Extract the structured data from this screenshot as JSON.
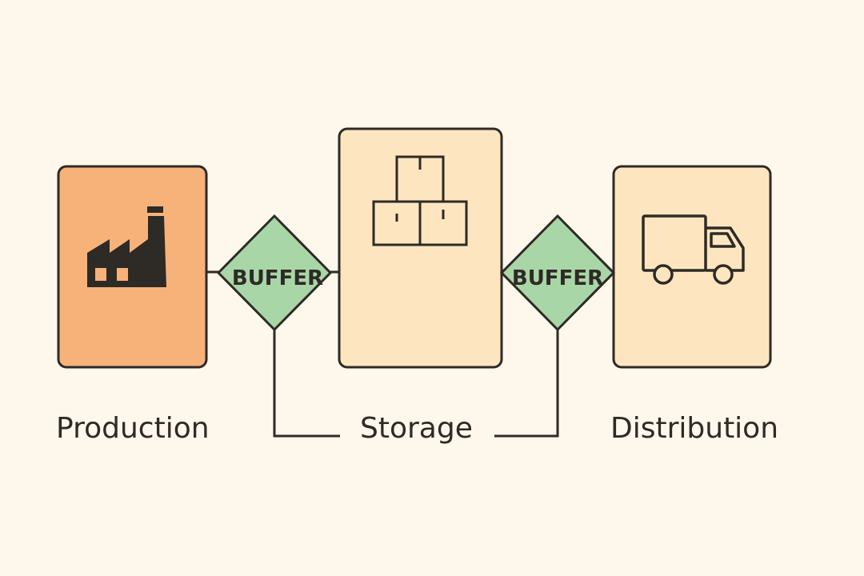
{
  "stages": [
    {
      "label": "Production",
      "icon": "factory-icon"
    },
    {
      "label": "Storage",
      "icon": "boxes-icon"
    },
    {
      "label": "Distribution",
      "icon": "truck-icon"
    }
  ],
  "buffers": [
    {
      "label": "BUFFER"
    },
    {
      "label": "BUFFER"
    }
  ],
  "colors": {
    "background": "#fdf7ec",
    "production_fill": "#f7b27a",
    "stage_fill": "#fde6bf",
    "buffer_fill": "#a9d6a6",
    "stroke": "#2e2a26"
  }
}
